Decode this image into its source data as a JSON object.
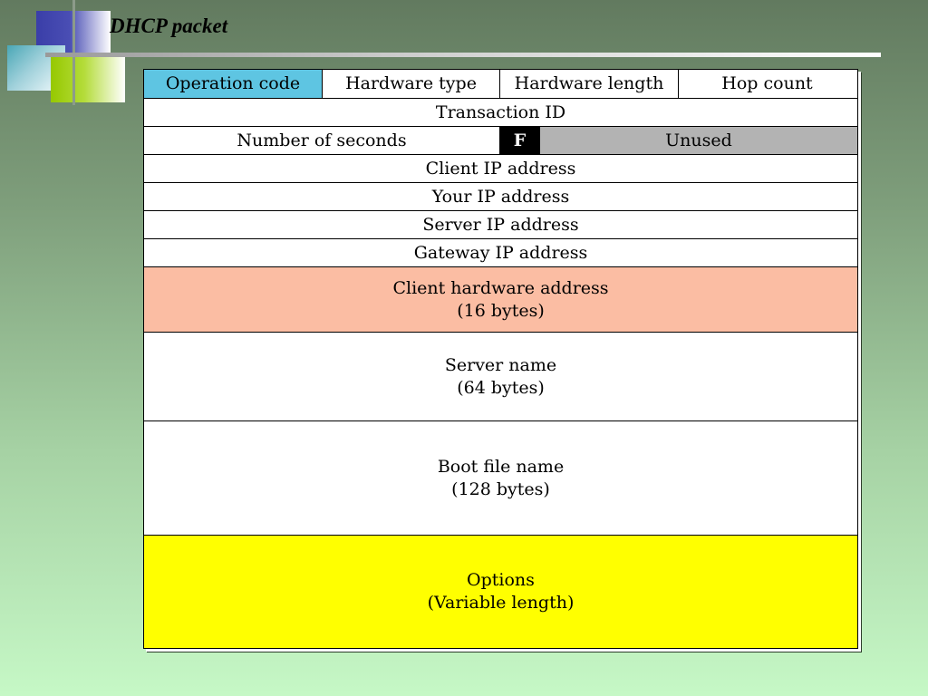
{
  "title": "DHCP packet",
  "colors": {
    "operation_code": "#5ec5e2",
    "flag": "#000000",
    "unused": "#b3b3b3",
    "client_hardware": "#fbbda3",
    "options": "#ffff00",
    "default": "#ffffff"
  },
  "packet": {
    "row1": {
      "operation_code": "Operation code",
      "hardware_type": "Hardware type",
      "hardware_length": "Hardware length",
      "hop_count": "Hop count"
    },
    "transaction_id": "Transaction ID",
    "row3": {
      "number_of_seconds": "Number of seconds",
      "flag": "F",
      "unused": "Unused"
    },
    "client_ip": "Client IP address",
    "your_ip": "Your IP address",
    "server_ip": "Server IP address",
    "gateway_ip": "Gateway IP address",
    "client_hardware": {
      "name": "Client hardware address",
      "size": "(16 bytes)"
    },
    "server_name": {
      "name": "Server name",
      "size": "(64 bytes)"
    },
    "boot_file": {
      "name": "Boot file name",
      "size": "(128 bytes)"
    },
    "options": {
      "name": "Options",
      "size": "(Variable length)"
    }
  }
}
